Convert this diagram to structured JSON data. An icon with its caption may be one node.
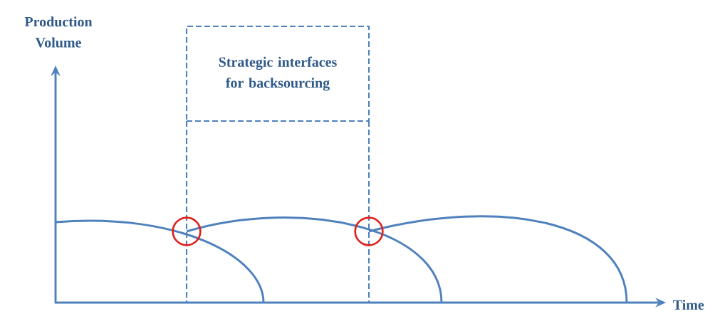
{
  "diagram": {
    "nodes": [
      {
        "text": [
          "Strategic interfaces for backsourcing"
        ]
      }
    ],
    "edges": [],
    "labels": [
      "Production Volume",
      "Time"
    ]
  }
}
